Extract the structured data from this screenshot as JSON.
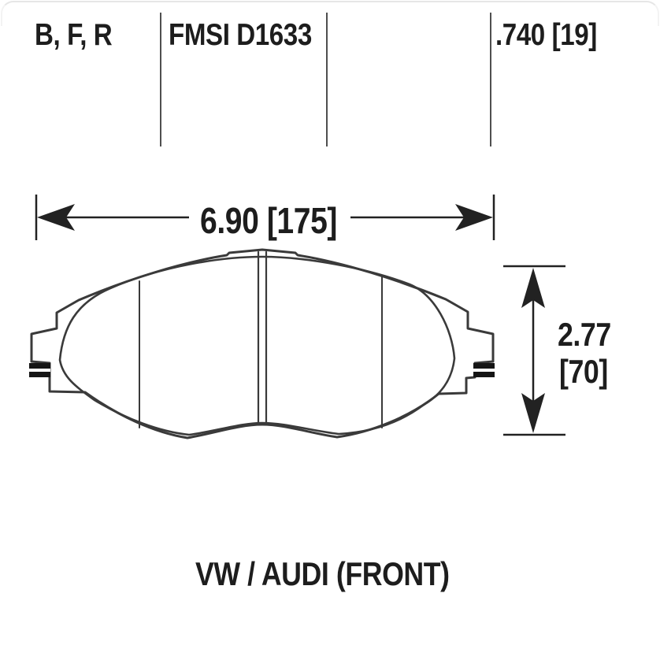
{
  "spec_header": {
    "edge_codes": "B, F, R",
    "fmsi_plate": "FMSI D1633",
    "thickness": ".740 [19]"
  },
  "dimensions": {
    "width_label": "6.90 [175]",
    "height_value": "2.77",
    "height_metric": "[70]"
  },
  "caption": "VW / AUDI (FRONT)",
  "colors": {
    "background": "#ffffff",
    "line_art": "#3a3a3a",
    "dimension_lines": "#222222",
    "divider_lines": "#4f4f4f",
    "text": "#1d1d1d",
    "clip_fill": "#151515"
  }
}
